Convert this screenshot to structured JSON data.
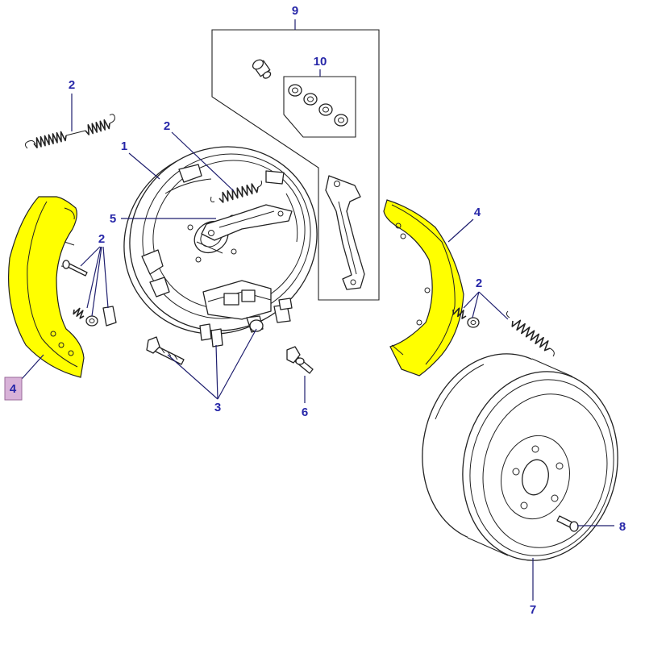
{
  "callouts": {
    "c9": "9",
    "c10": "10",
    "c2_top_left": "2",
    "c2_plate": "2",
    "c1": "1",
    "c5": "5",
    "c2_left_shoe": "2",
    "c4_right": "4",
    "c2_right_shoe": "2",
    "c4_left": "4",
    "c3": "3",
    "c6": "6",
    "c7": "7",
    "c8": "8"
  },
  "colors": {
    "label": "#2626a8",
    "leader": "#1e1e6e",
    "highlight": "#ffff00",
    "selected_fill": "#d8b2d8",
    "selected_stroke": "#9a6a9a"
  }
}
